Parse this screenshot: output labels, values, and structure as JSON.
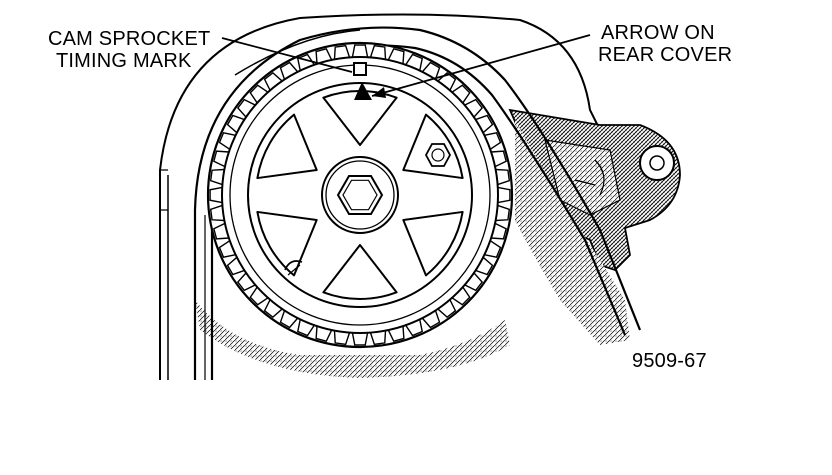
{
  "labels": {
    "cam_sprocket_line1": "CAM SPROCKET",
    "cam_sprocket_line2": "TIMING MARK",
    "arrow_line1": "ARROW ON",
    "arrow_line2": "REAR COVER",
    "figure_number": "9509-67"
  },
  "colors": {
    "ink": "#000000",
    "paper": "#ffffff"
  }
}
